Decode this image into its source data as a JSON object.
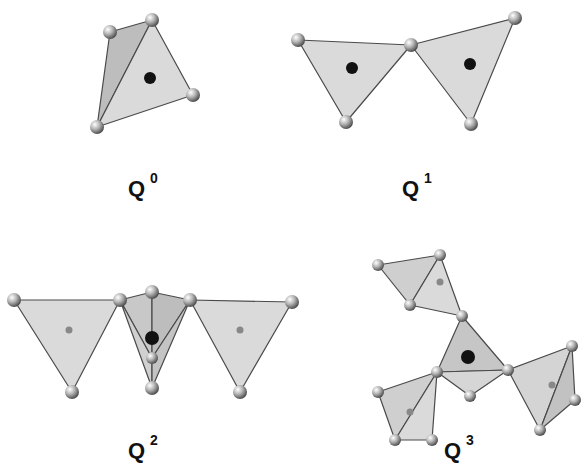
{
  "diagram": {
    "labels": [
      "Q",
      "0",
      "Q",
      "1",
      "Q",
      "2",
      "Q",
      "3"
    ]
  }
}
